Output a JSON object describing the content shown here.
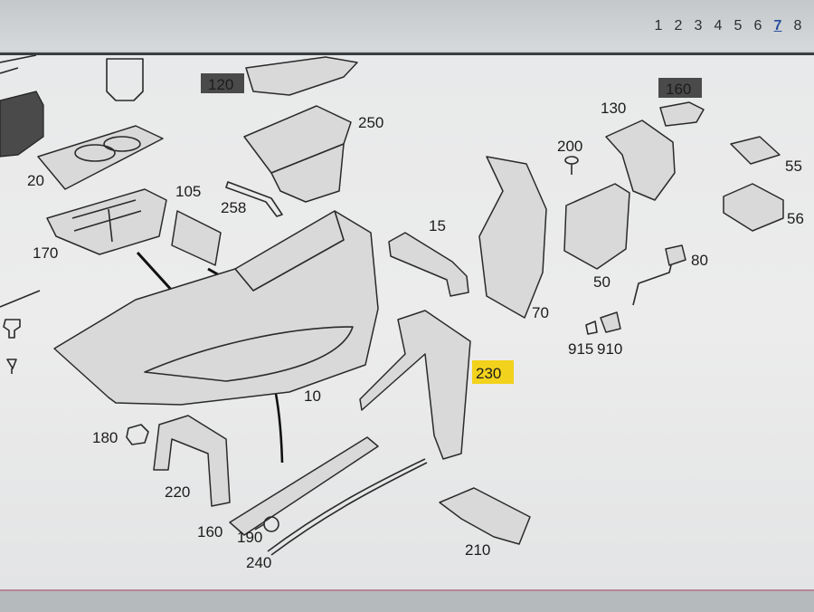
{
  "page_nav": {
    "pages": [
      "1",
      "2",
      "3",
      "4",
      "5",
      "6",
      "7",
      "8"
    ],
    "active": "7"
  },
  "labels": {
    "p120": "120",
    "p250": "250",
    "p20": "20",
    "p105": "105",
    "p258": "258",
    "p170": "170",
    "p15": "15",
    "p200": "200",
    "p130": "130",
    "p160t": "160",
    "p55": "55",
    "p56": "56",
    "p80": "80",
    "p50": "50",
    "p70": "70",
    "p915": "915",
    "p910": "910",
    "p230": "230",
    "p10": "10",
    "p180": "180",
    "p220": "220",
    "p160": "160",
    "p190": "190",
    "p240": "240",
    "p210": "210"
  },
  "colors": {
    "highlight_yellow": "#f2d21c",
    "dark_tag": "#4a4a4a",
    "active_page": "#2a4fa0"
  }
}
